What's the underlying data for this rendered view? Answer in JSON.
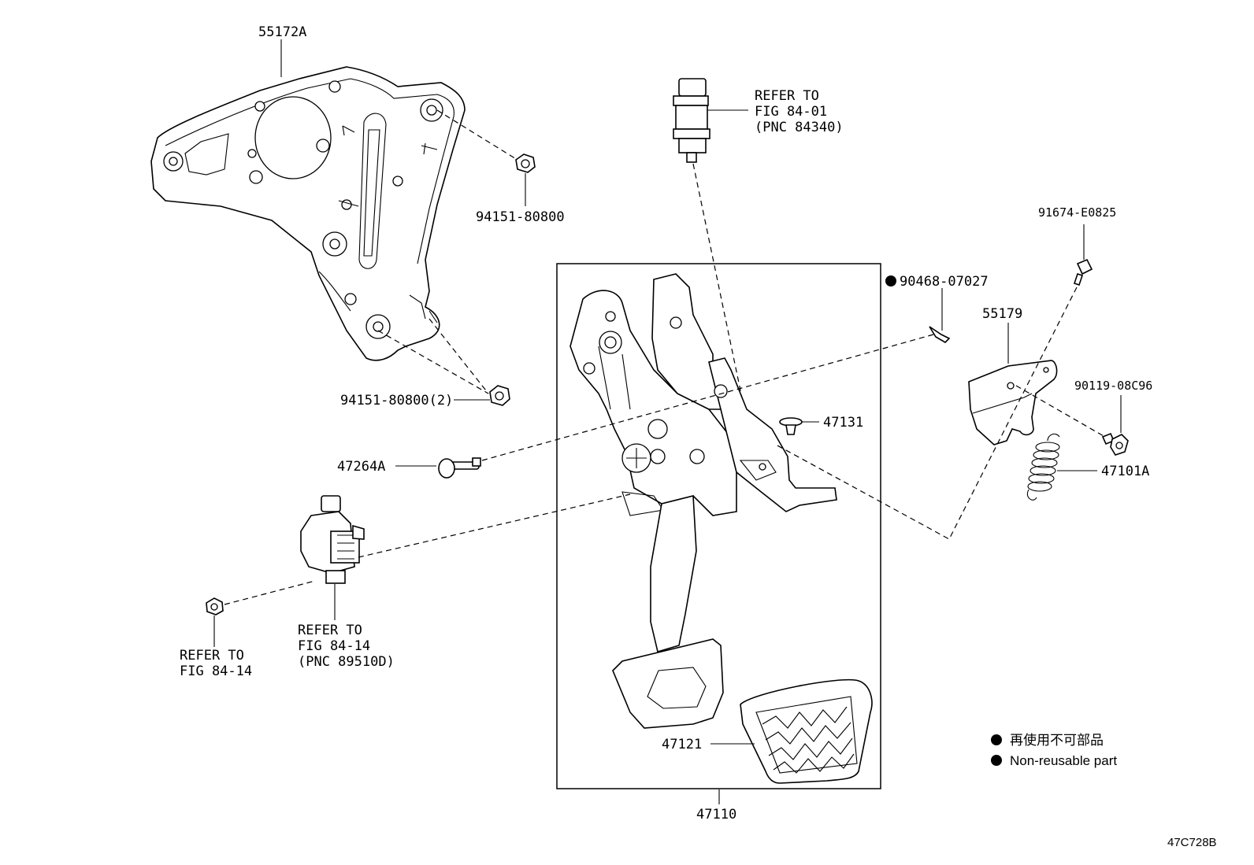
{
  "parts": {
    "p55172A": "55172A",
    "p94151_a": "94151-80800",
    "p94151_b": "94151-80800(2)",
    "p47264A": "47264A",
    "p47131": "47131",
    "p90468": "90468-07027",
    "p55179": "55179",
    "p91674": "91674-E0825",
    "p90119": "90119-08C96",
    "p47101A": "47101A",
    "p47121": "47121",
    "p47110": "47110"
  },
  "refs": {
    "stop_lamp_switch": [
      "REFER TO",
      "FIG 84-01",
      "(PNC 84340)"
    ],
    "sensor": [
      "REFER TO",
      "FIG 84-14",
      "(PNC 89510D)"
    ],
    "nut": [
      "REFER TO",
      "FIG 84-14"
    ]
  },
  "legend": {
    "japanese": "再使用不可部品",
    "english": "Non-reusable part"
  },
  "figure_code": "47C728B"
}
